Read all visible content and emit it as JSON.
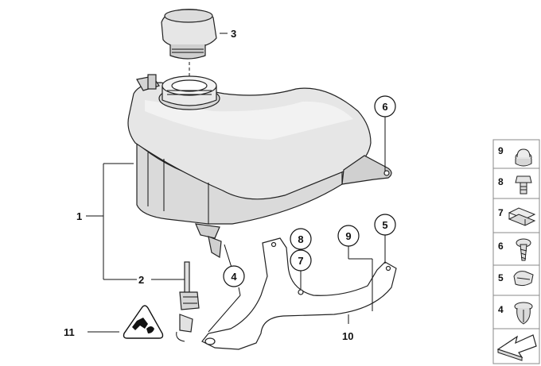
{
  "callouts": {
    "c1": "1",
    "c2": "2",
    "c3": "3",
    "c4": "4",
    "c5": "5",
    "c6": "6",
    "c7": "7",
    "c8": "8",
    "c9": "9",
    "c10": "10",
    "c11": "11"
  },
  "legend": {
    "items": [
      {
        "number": "9",
        "icon": "cap-nut-icon"
      },
      {
        "number": "8",
        "icon": "hex-bolt-icon"
      },
      {
        "number": "7",
        "icon": "clip-nut-icon"
      },
      {
        "number": "6",
        "icon": "screw-icon"
      },
      {
        "number": "5",
        "icon": "grommet-icon"
      },
      {
        "number": "4",
        "icon": "expanding-rivet-icon"
      }
    ]
  },
  "colors": {
    "background": "#ffffff",
    "tank": "#e3e3e3",
    "line": "#111111"
  }
}
